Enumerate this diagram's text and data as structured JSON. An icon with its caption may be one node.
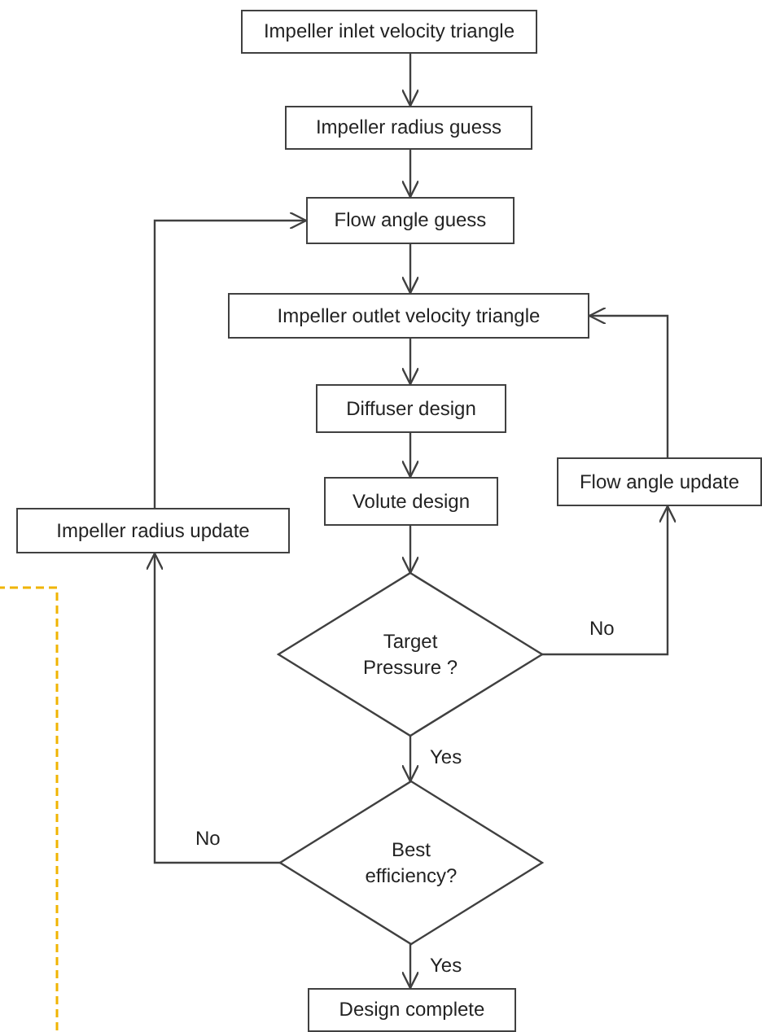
{
  "diagram": {
    "nodes": [
      {
        "text": [
          "Impeller inlet velocity triangle"
        ]
      },
      {
        "text": [
          "Impeller radius guess"
        ]
      },
      {
        "text": [
          "Flow angle guess"
        ]
      },
      {
        "text": [
          "Impeller outlet velocity triangle"
        ]
      },
      {
        "text": [
          "Diffuser design"
        ]
      },
      {
        "text": [
          "Volute design"
        ]
      },
      {
        "text": [
          "Flow angle update"
        ]
      },
      {
        "text": [
          "Impeller radius update"
        ]
      },
      {
        "text": [
          "Target Pressure ?"
        ]
      },
      {
        "text": [
          "Best efficiency?"
        ]
      },
      {
        "text": [
          "Design complete"
        ]
      }
    ],
    "edges": [
      {
        "from": 0,
        "to": 1,
        "arrow": "to"
      },
      {
        "from": 1,
        "to": 2,
        "arrow": "to"
      },
      {
        "from": 2,
        "to": 3,
        "arrow": "to"
      },
      {
        "from": 3,
        "to": 4,
        "arrow": "to"
      },
      {
        "from": 4,
        "to": 5,
        "arrow": "to"
      },
      {
        "from": 5,
        "to": 8,
        "arrow": "to"
      },
      {
        "from": 8,
        "to": 9,
        "arrow": "to",
        "label": "Yes"
      },
      {
        "from": 9,
        "to": 10,
        "arrow": "to",
        "label": "Yes"
      },
      {
        "from": 8,
        "to": 6,
        "arrow": "to",
        "label": "No"
      },
      {
        "from": 6,
        "to": 3,
        "arrow": "to"
      },
      {
        "from": 9,
        "to": 7,
        "arrow": "to",
        "label": "No"
      },
      {
        "from": 7,
        "to": 2,
        "arrow": "to"
      }
    ]
  }
}
